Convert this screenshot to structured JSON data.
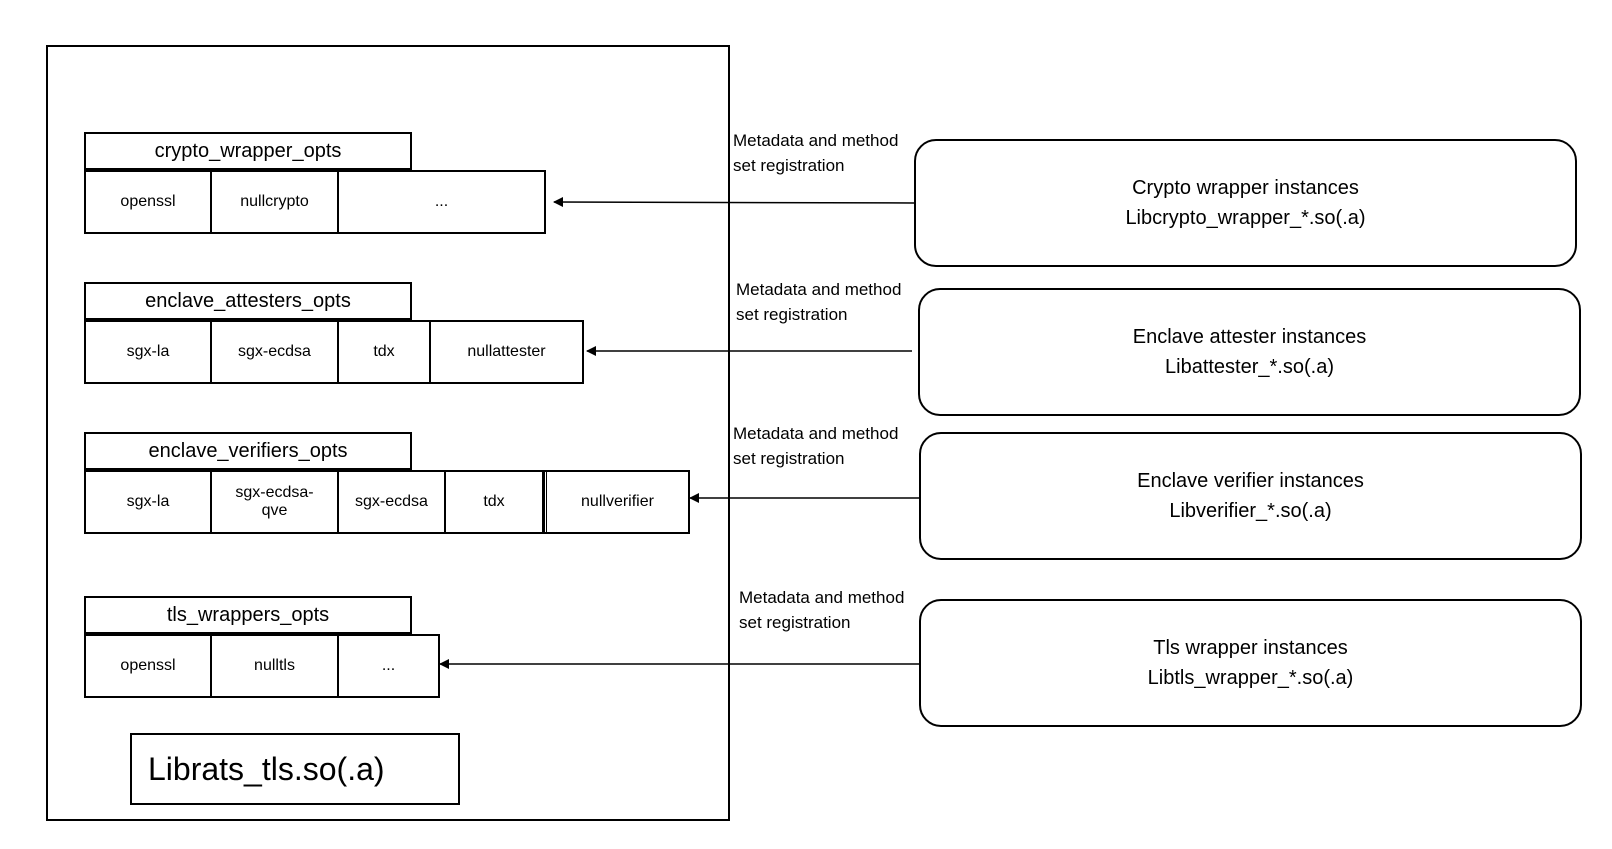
{
  "container": {
    "library_name": "Librats_tls.so(.a)"
  },
  "groups": [
    {
      "header": "crypto_wrapper_opts",
      "cells": [
        "openssl",
        "nullcrypto",
        "..."
      ]
    },
    {
      "header": "enclave_attesters_opts",
      "cells": [
        "sgx-la",
        "sgx-ecdsa",
        "tdx",
        "nullattester"
      ]
    },
    {
      "header": "enclave_verifiers_opts",
      "cells": [
        "sgx-la",
        "sgx-ecdsa-\nqve",
        "sgx-ecdsa",
        "tdx",
        "nullverifier"
      ]
    },
    {
      "header": "tls_wrappers_opts",
      "cells": [
        "openssl",
        "nulltls",
        "..."
      ]
    }
  ],
  "instances": [
    {
      "line1": "Crypto wrapper instances",
      "line2": "Libcrypto_wrapper_*.so(.a)"
    },
    {
      "line1": "Enclave attester instances",
      "line2": "Libattester_*.so(.a)"
    },
    {
      "line1": "Enclave verifier instances",
      "line2": "Libverifier_*.so(.a)"
    },
    {
      "line1": "Tls wrapper instances",
      "line2": "Libtls_wrapper_*.so(.a)"
    }
  ],
  "edges": [
    {
      "label_line1": "Metadata and method",
      "label_line2": "set registration"
    },
    {
      "label_line1": "Metadata and method",
      "label_line2": "set registration"
    },
    {
      "label_line1": "Metadata and method",
      "label_line2": "set registration"
    },
    {
      "label_line1": "Metadata and method",
      "label_line2": "set registration"
    }
  ]
}
